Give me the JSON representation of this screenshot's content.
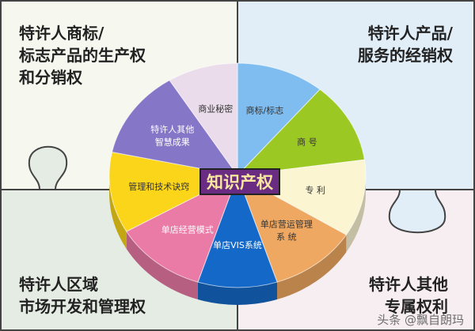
{
  "center_label": "知识产权",
  "slices": [
    {
      "label": "商标/标志",
      "color": "#7fbdf0"
    },
    {
      "label": "商 号",
      "color": "#9cc823"
    },
    {
      "label": "专 利",
      "color": "#fbf5d2"
    },
    {
      "label": "单店营运管理 系 统",
      "color": "#efa862"
    },
    {
      "label": "单店VIS系统",
      "color": "#1469c8"
    },
    {
      "label": "单店经营模式",
      "color": "#ea7aa6"
    },
    {
      "label": "管理和技术诀窍",
      "color": "#fad51a"
    },
    {
      "label": "特许人其他 智慧成果",
      "color": "#8576c7"
    },
    {
      "label": "商业秘密",
      "color": "#eadcea"
    }
  ],
  "corners": {
    "top_left": [
      "特许人商标/",
      "标志产品的生产权",
      "和分销权"
    ],
    "top_right": [
      "特许人产品/",
      "服务的经销权"
    ],
    "bottom_left": [
      "特许人区域",
      "市场开发和管理权"
    ],
    "bottom_right": [
      "特许人其他",
      "专属权利"
    ]
  },
  "watermark": "头条 @飘自朗玛",
  "colors": {
    "top_left_bg": "#f6f7ef",
    "top_right_bg": "#e1eef8",
    "bottom_left_bg": "#e4ece3",
    "bottom_right_bg": "#f7eef2",
    "center_box": "#6a2c82"
  }
}
